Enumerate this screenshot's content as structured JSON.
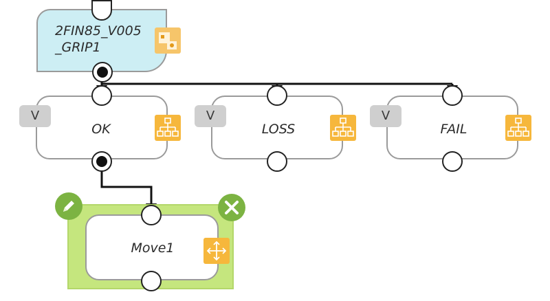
{
  "canvas": {
    "decision_node": {
      "label_line1": "2FIN85_V005",
      "label_line2": "_GRIP1"
    },
    "branches": [
      {
        "badge": "V",
        "label": "OK"
      },
      {
        "badge": "V",
        "label": "LOSS"
      },
      {
        "badge": "V",
        "label": "FAIL"
      }
    ],
    "action_node": {
      "label": "Move1"
    }
  },
  "colors": {
    "decision_fill": "#cdeef4",
    "icon_orange": "#f6b73c",
    "selection_green": "#c5e67e",
    "button_green": "#7cb342"
  }
}
